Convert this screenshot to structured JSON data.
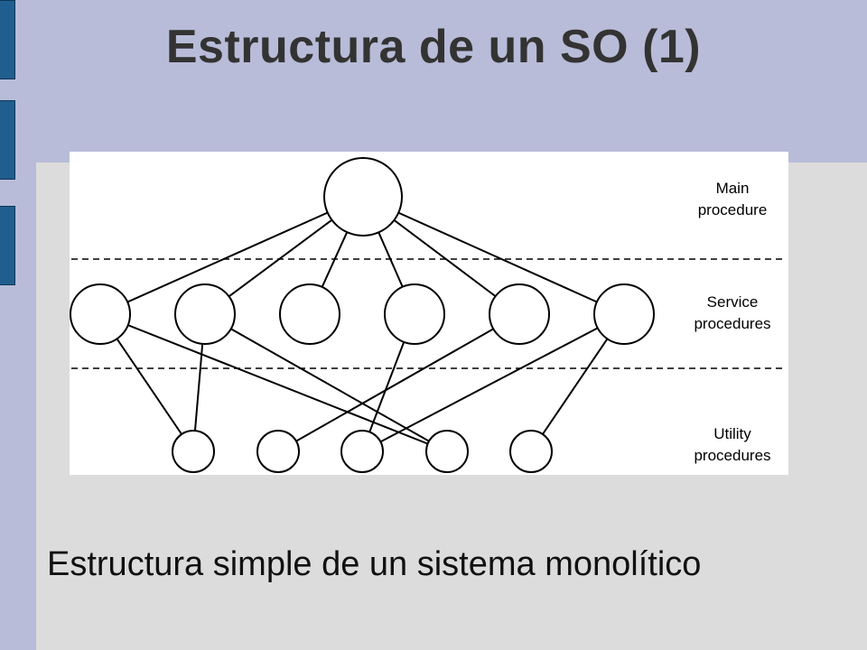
{
  "slide": {
    "title": "Estructura de un SO (1)",
    "caption": "Estructura simple de un sistema monolítico"
  },
  "diagram": {
    "levels": [
      {
        "line1": "Main",
        "line2": "procedure"
      },
      {
        "line1": "Service",
        "line2": "procedures"
      },
      {
        "line1": "Utility",
        "line2": "procedures"
      }
    ]
  },
  "colors": {
    "background": "#b8bcd8",
    "content_panel": "#dcdcdc",
    "accent": "#1f5e8e",
    "title_text": "#333333"
  }
}
